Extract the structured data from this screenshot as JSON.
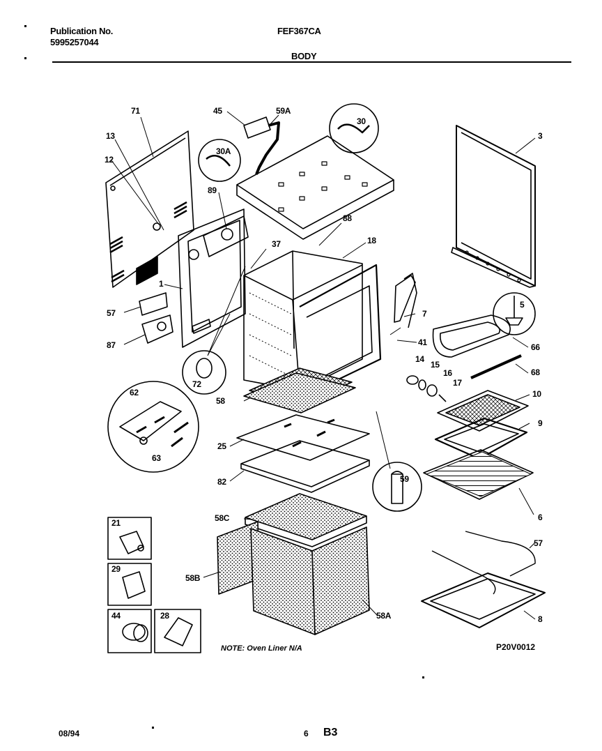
{
  "header": {
    "publication_label": "Publication No.",
    "publication_number": "5995257044",
    "model": "FEF367CA",
    "section": "BODY"
  },
  "callouts": [
    "71",
    "13",
    "12",
    "1",
    "57",
    "87",
    "45",
    "59A",
    "30",
    "30A",
    "89",
    "88",
    "37",
    "18",
    "3",
    "5",
    "7",
    "41",
    "66",
    "68",
    "14",
    "15",
    "16",
    "17",
    "10",
    "9",
    "6",
    "72",
    "62",
    "63",
    "58",
    "25",
    "82",
    "59",
    "58C",
    "58B",
    "58A",
    "57",
    "8",
    "21",
    "29",
    "44",
    "28"
  ],
  "note": "NOTE: Oven Liner N/A",
  "diagram_id": "P20V0012",
  "footer": {
    "date": "08/94",
    "page": "6",
    "code": "B3"
  }
}
